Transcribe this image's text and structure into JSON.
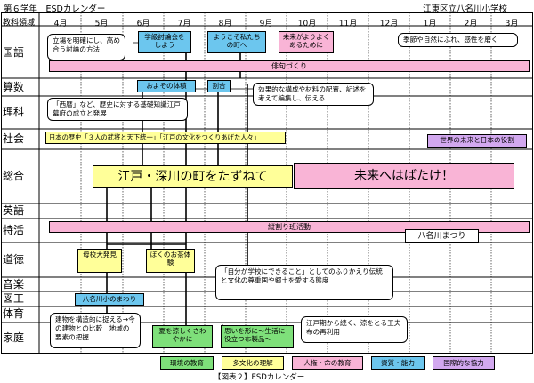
{
  "header": {
    "title": "第６学年　ESDカレンダー",
    "school": "江東区立八名川小学校",
    "corner": "教科領域"
  },
  "months": [
    "4月",
    "5月",
    "6月",
    "7月",
    "8月",
    "9月",
    "10月",
    "11月",
    "12月",
    "1月",
    "2月",
    "3月"
  ],
  "subjects": {
    "kokugo": "国語",
    "sansu": "算数",
    "rika": "理科",
    "shakai": "社会",
    "sogo": "総合",
    "eigo": "英語",
    "tokkatsu": "特活",
    "dotoku": "道徳",
    "ongaku": "音楽",
    "zuko": "図工",
    "taiiku": "体育",
    "katei": "家庭"
  },
  "boxes": {
    "gakkyu_toronkai": "学級討論会をしよう",
    "youkoso": "ようこそ私たちの町へ",
    "mirai_yoku": "未来がよりよくあるために",
    "haiku": "俳句づくり",
    "oyoso": "およその体積",
    "wariai": "割合",
    "nihon_rekishi": "日本の歴史「３人の武将と天下統一」「江戸の文化をつくりあげた人々」",
    "sekai_mirai": "世界の未来と日本の役割",
    "edo_fukagawa": "江戸・深川の町をたずねて",
    "mirai_habatake": "未来へはばたけ！",
    "tatewari": "縦割り班活動",
    "yanagawa_matsuri": "八名川まつり",
    "bokou": "母校大発見",
    "ocha": "ぼくのお茶体験",
    "yanagawa_mawari": "八名川小のまわり",
    "natsu": "夏を涼しくさわやかに",
    "omoi": "思いを形に～生活に役立つ布製品～"
  },
  "callouts": {
    "kokugo_toron": "立場を明確にし、高め合う討論の方法",
    "kisetsu": "季節や自然にふれ、感性を磨く",
    "kousei": "効果的な構成や材料の配置、記述を考えて編集し、伝える",
    "seireki": "「西暦」など、歴史に対する基礎知識江戸幕府の成立と発展",
    "jibun": "「自分が学校にできること」としてのふりかえり伝統と文化の尊重国や郷土を愛する態度",
    "tatemono": "建物を構造的に捉える→今の建物との比較　地域の要素の把握",
    "edoki": "江戸期から続く、涼をとる工夫布の再利用"
  },
  "legend": [
    {
      "label": "環境の教育",
      "color": "#7ee07a"
    },
    {
      "label": "多文化の理解",
      "color": "#ffff99"
    },
    {
      "label": "人権・命の教育",
      "color": "#f9b4d6"
    },
    {
      "label": "資質・能力",
      "color": "#6cc6ee"
    },
    {
      "label": "国際的な協力",
      "color": "#d2a8ef"
    }
  ],
  "caption": "【図表２】ESDカレンダー"
}
